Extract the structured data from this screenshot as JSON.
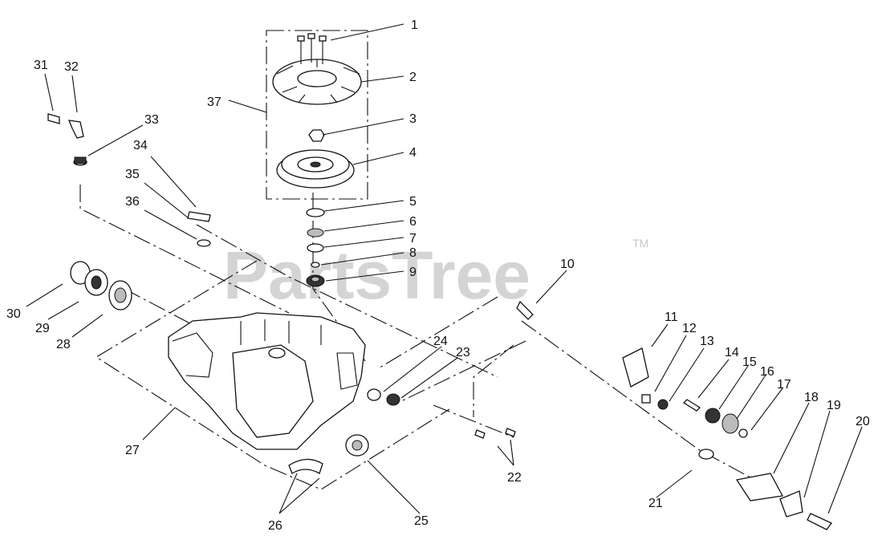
{
  "watermark": {
    "text": "PartsTree",
    "tm": "TM"
  },
  "callouts": [
    "1",
    "2",
    "3",
    "4",
    "5",
    "6",
    "7",
    "8",
    "9",
    "10",
    "11",
    "12",
    "13",
    "14",
    "15",
    "16",
    "17",
    "18",
    "19",
    "20",
    "21",
    "22",
    "23",
    "24",
    "25",
    "26",
    "27",
    "28",
    "29",
    "30",
    "31",
    "32",
    "33",
    "34",
    "35",
    "36",
    "37"
  ]
}
